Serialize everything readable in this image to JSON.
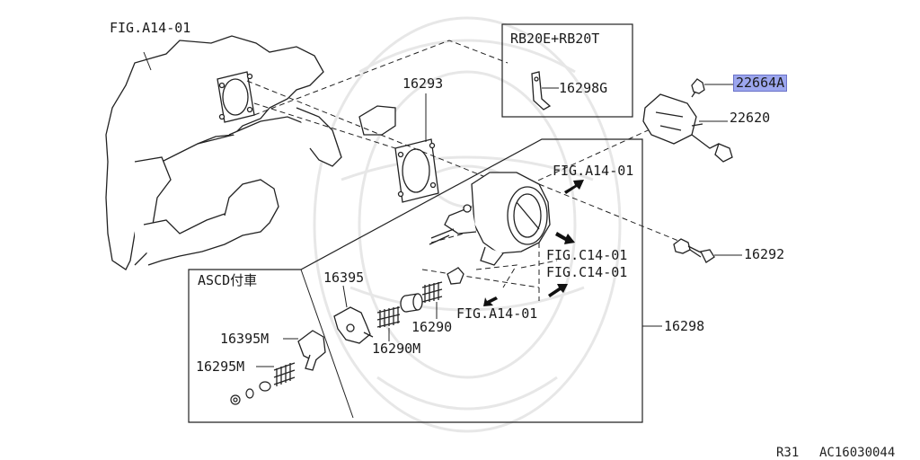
{
  "diagram": {
    "variant_label": "RB20E+RB20T",
    "option_label": "ASCD付車",
    "labels": {
      "fig_a14_top": "FIG.A14-01",
      "part_16293": "16293",
      "part_16298g": "16298G",
      "part_22664a": "22664A",
      "part_22620": "22620",
      "fig_a14_right": "FIG.A14-01",
      "part_16292": "16292",
      "fig_c14_a": "FIG.C14-01",
      "fig_c14_b": "FIG.C14-01",
      "part_16298": "16298",
      "part_16395": "16395",
      "part_16290": "16290",
      "part_16290m": "16290M",
      "fig_a14_bottom": "FIG.A14-01",
      "part_16395m": "16395M",
      "part_16295m": "16295M"
    },
    "highlight_color": "#9ca6ee",
    "line_color": "#222222"
  },
  "footer": {
    "model": "R31",
    "code": "AC16030044"
  }
}
